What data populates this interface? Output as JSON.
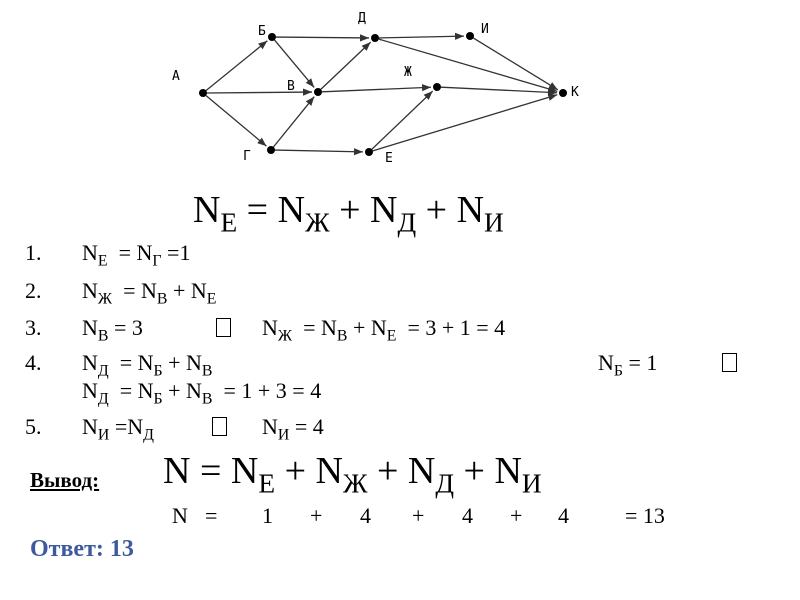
{
  "graph": {
    "nodes": [
      {
        "id": "A",
        "label": "А"
      },
      {
        "id": "B",
        "label": "Б"
      },
      {
        "id": "V",
        "label": "В"
      },
      {
        "id": "G",
        "label": "Г"
      },
      {
        "id": "D",
        "label": "Д"
      },
      {
        "id": "E",
        "label": "Е"
      },
      {
        "id": "Zh",
        "label": "Ж"
      },
      {
        "id": "I",
        "label": "И"
      },
      {
        "id": "K",
        "label": "К"
      }
    ],
    "edges": [
      [
        "A",
        "B"
      ],
      [
        "A",
        "V"
      ],
      [
        "A",
        "G"
      ],
      [
        "B",
        "D"
      ],
      [
        "B",
        "V"
      ],
      [
        "G",
        "V"
      ],
      [
        "G",
        "E"
      ],
      [
        "V",
        "D"
      ],
      [
        "V",
        "Zh"
      ],
      [
        "E",
        "Zh"
      ],
      [
        "D",
        "I"
      ],
      [
        "D",
        "K"
      ],
      [
        "I",
        "K"
      ],
      [
        "Zh",
        "K"
      ],
      [
        "E",
        "K"
      ]
    ]
  },
  "formula": {
    "N": "N",
    "E": "Е",
    "Zh": "Ж",
    "D": "Д",
    "I": "И",
    "B": "Б",
    "G": "Г",
    "V": "В",
    "eq": "=",
    "plus": "+"
  },
  "steps": [
    {
      "num": "1.",
      "text": "NЕ = NГ =1"
    },
    {
      "num": "2.",
      "text": "NЖ = NВ + NЕ"
    },
    {
      "num": "3.",
      "text": "NВ = 3 → NЖ = NВ + NЕ = 3 + 1 = 4"
    },
    {
      "num": "4.",
      "text": "NД = NБ + NВ ; NБ = 1 → NД = NБ + NВ = 1 + 3 = 4"
    },
    {
      "num": "5.",
      "text": "NИ =NД → NИ = 4"
    }
  ],
  "step_values": {
    "one": "1",
    "three": "3",
    "four": "4",
    "s1_tail": "=1",
    "s3_tail": "= 3 + 1 = 4",
    "s4_tail": "= 1 + 3 = 4"
  },
  "conclusion": {
    "label": "Вывод:",
    "values": [
      "1",
      "4",
      "4",
      "4"
    ],
    "result": "= 13"
  },
  "answer": "Ответ: 13",
  "colors": {
    "answer": "#3d5a9e",
    "ink": "#000000"
  }
}
